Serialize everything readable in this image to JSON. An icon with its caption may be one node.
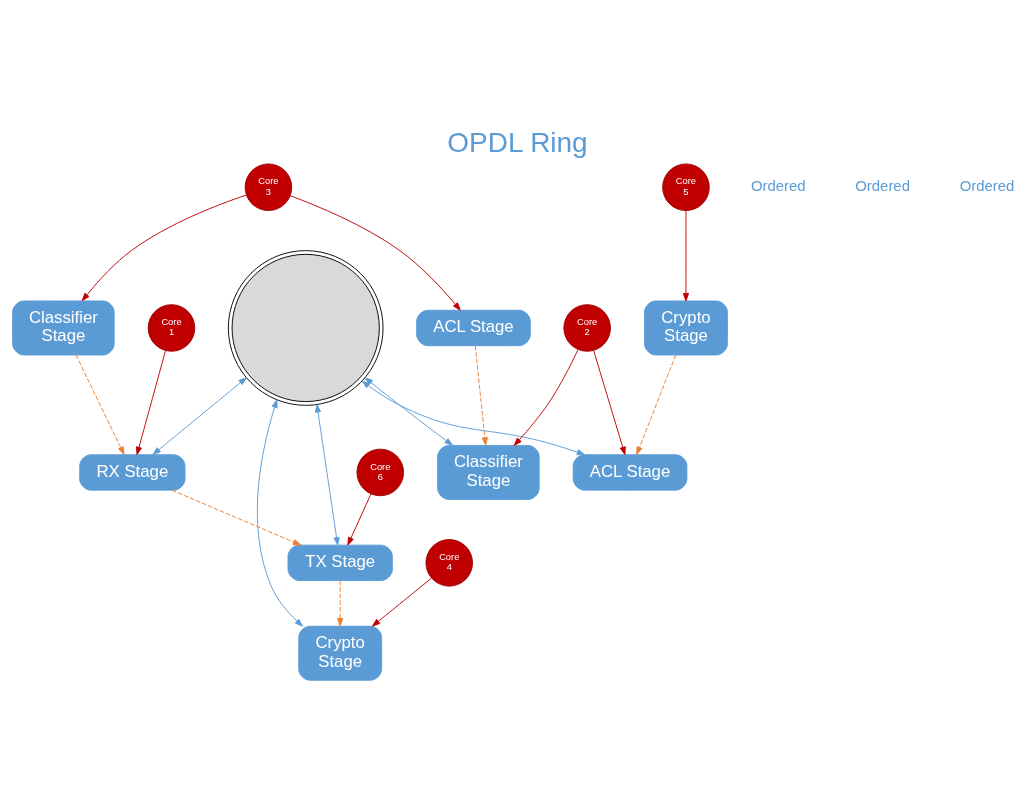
{
  "diagram": {
    "title": "OPDL Ring",
    "nodes": [
      {
        "text": [],
        "shape": "circle"
      },
      {
        "text": [
          "RX Stage"
        ]
      },
      {
        "text": [
          "Classifier Stage"
        ]
      },
      {
        "text": [
          "Classifier Stage"
        ]
      },
      {
        "text": [
          "ACL Stage"
        ]
      },
      {
        "text": [
          "ACL Stage"
        ]
      },
      {
        "text": [
          "TX Stage"
        ]
      },
      {
        "text": [
          "Crypto Stage"
        ]
      },
      {
        "text": [
          "Crypto Stage"
        ]
      },
      {
        "text": [
          "Core 1"
        ]
      },
      {
        "text": [
          "Core 2"
        ]
      },
      {
        "text": [
          "Core 3"
        ]
      },
      {
        "text": [
          "Core 4"
        ]
      },
      {
        "text": [
          "Core 5"
        ]
      },
      {
        "text": [
          "Core 6"
        ]
      }
    ],
    "edges": [
      {
        "from": 0,
        "to": 1,
        "arrow": "both",
        "color": "#5b9bd5"
      },
      {
        "from": 0,
        "to": 2,
        "arrow": "both",
        "color": "#5b9bd5"
      },
      {
        "from": 0,
        "to": 4,
        "arrow": "both",
        "color": "#5b9bd5"
      },
      {
        "from": 0,
        "to": 6,
        "arrow": "both",
        "color": "#5b9bd5"
      },
      {
        "from": 0,
        "to": 7,
        "arrow": "both",
        "color": "#5b9bd5"
      },
      {
        "from": 1,
        "to": 6,
        "arrow": "to",
        "style": "dashed",
        "color": "#ed7d31"
      },
      {
        "from": 3,
        "to": 1,
        "arrow": "to",
        "style": "dashed",
        "color": "#ed7d31"
      },
      {
        "from": 5,
        "to": 2,
        "arrow": "to",
        "style": "dashed",
        "color": "#ed7d31"
      },
      {
        "from": 8,
        "to": 4,
        "arrow": "to",
        "style": "dashed",
        "color": "#ed7d31"
      },
      {
        "from": 6,
        "to": 7,
        "arrow": "to",
        "style": "dashed",
        "color": "#ed7d31"
      },
      {
        "from": 9,
        "to": 1,
        "arrow": "to"
      },
      {
        "from": 10,
        "to": 2,
        "arrow": "to"
      },
      {
        "from": 10,
        "to": 4,
        "arrow": "to"
      },
      {
        "from": 11,
        "to": 3,
        "arrow": "to"
      },
      {
        "from": 11,
        "to": 5,
        "arrow": "to"
      },
      {
        "from": 12,
        "to": 7,
        "arrow": "to"
      },
      {
        "from": 13,
        "to": 8,
        "arrow": "to"
      },
      {
        "from": 14,
        "to": 6,
        "arrow": "to"
      }
    ],
    "labels": [
      "Ordered",
      "Ordered",
      "Ordered"
    ]
  }
}
